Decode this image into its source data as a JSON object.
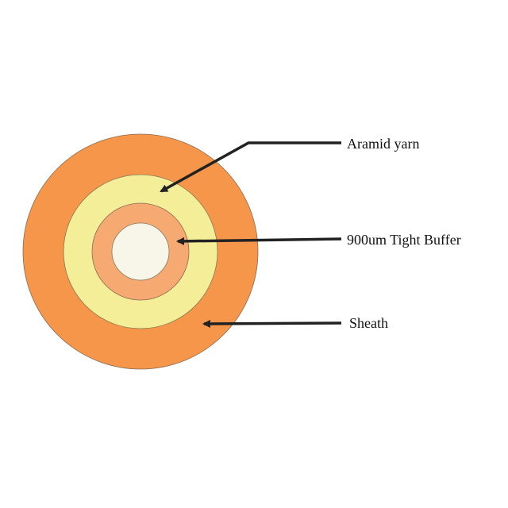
{
  "labels": {
    "aramid": "Aramid yarn",
    "buffer": "900um Tight Buffer",
    "sheath": "Sheath"
  },
  "colors": {
    "sheath": "#F5964B",
    "aramid": "#F3EE97",
    "buffer": "#F6AA72",
    "fiber": "#F7F6E8",
    "arrow": "#222222"
  }
}
